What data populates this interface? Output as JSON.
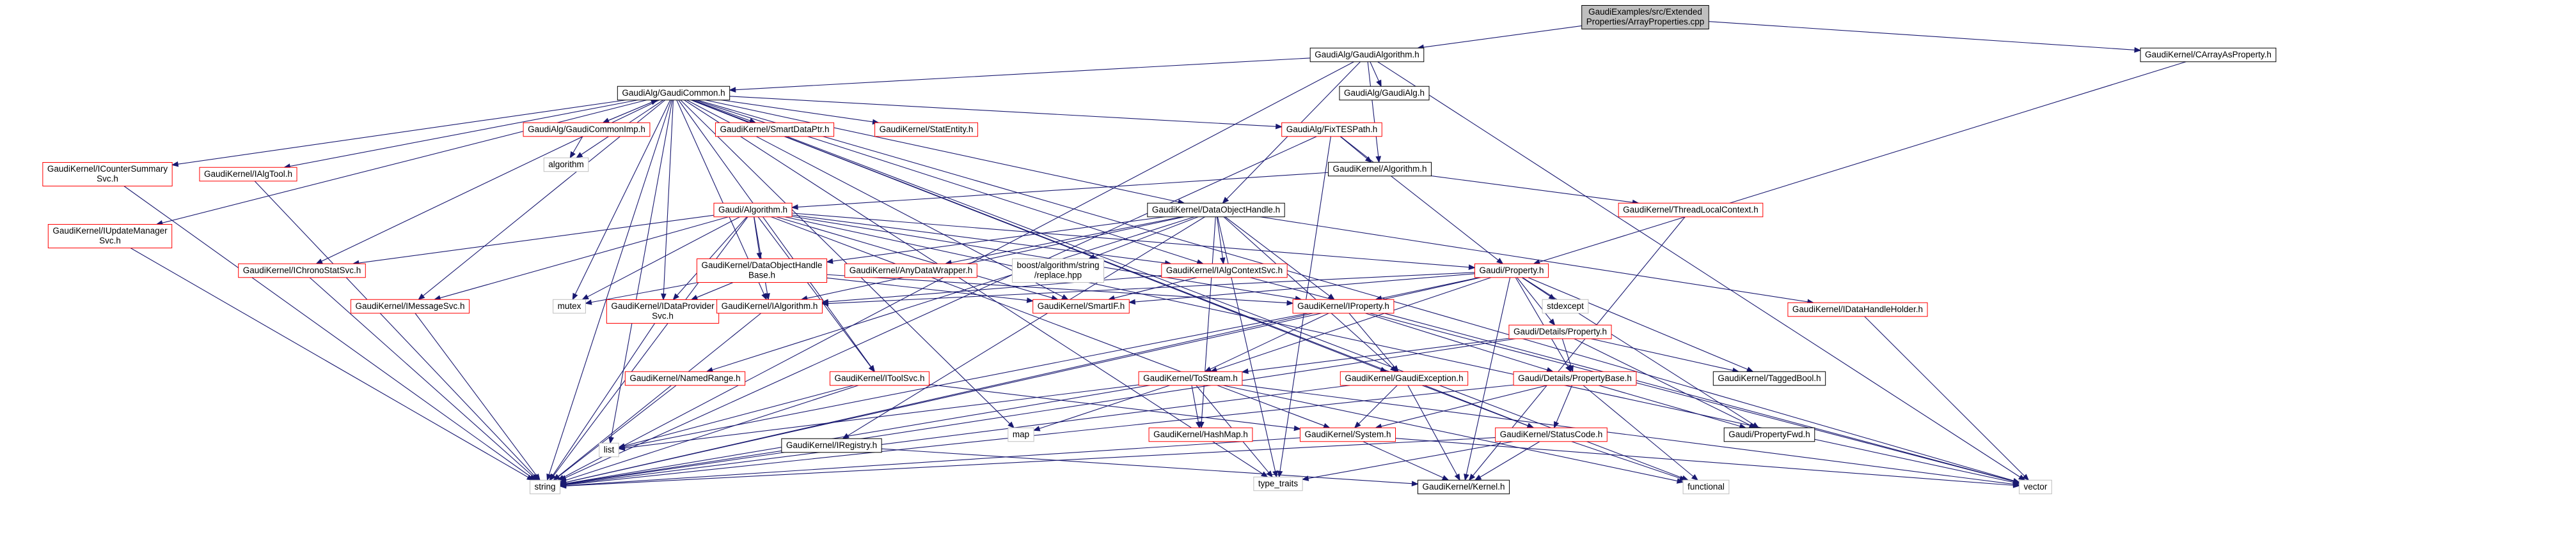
{
  "graph": {
    "title": "GaudiExamples/src/ExtendedProperties/ArrayProperties.cpp",
    "colors": {
      "edge": "#191970",
      "root_fill": "#bfbfbf",
      "root_border": "#000000",
      "node_border": "#000000",
      "truncated_border": "#ff0000",
      "plain_border": "#bfbfbf",
      "text": "#000000"
    },
    "nodes": [
      {
        "id": "root",
        "lines": [
          "GaudiExamples/src/Extended",
          "Properties/ArrayProperties.cpp"
        ],
        "kind": "root"
      },
      {
        "id": "gaudialgorithm",
        "lines": [
          "GaudiAlg/GaudiAlgorithm.h"
        ],
        "kind": "normal"
      },
      {
        "id": "icarrayasproperty",
        "lines": [
          "GaudiKernel/CArrayAsProperty.h"
        ],
        "kind": "normal"
      },
      {
        "id": "gaudicommon",
        "lines": [
          "GaudiAlg/GaudiCommon.h"
        ],
        "kind": "normal"
      },
      {
        "id": "gaudialg",
        "lines": [
          "GaudiAlg/GaudiAlg.h"
        ],
        "kind": "normal"
      },
      {
        "id": "icountersummary",
        "lines": [
          "GaudiKernel/ICounterSummary",
          "Svc.h"
        ],
        "kind": "truncated"
      },
      {
        "id": "iupdatemanager",
        "lines": [
          "GaudiKernel/IUpdateManager",
          "Svc.h"
        ],
        "kind": "truncated"
      },
      {
        "id": "ialgtool",
        "lines": [
          "GaudiKernel/IAlgTool.h"
        ],
        "kind": "truncated"
      },
      {
        "id": "algorithm_std",
        "lines": [
          "algorithm"
        ],
        "kind": "plain"
      },
      {
        "id": "gaudicommonimp",
        "lines": [
          "GaudiAlg/GaudiCommonImp.h"
        ],
        "kind": "truncated"
      },
      {
        "id": "smartdataptr",
        "lines": [
          "GaudiKernel/SmartDataPtr.h"
        ],
        "kind": "truncated"
      },
      {
        "id": "statentity",
        "lines": [
          "GaudiKernel/StatEntity.h"
        ],
        "kind": "truncated"
      },
      {
        "id": "fixtespath",
        "lines": [
          "GaudiAlg/FixTESPath.h"
        ],
        "kind": "truncated"
      },
      {
        "id": "gk_algorithm",
        "lines": [
          "GaudiKernel/Algorithm.h"
        ],
        "kind": "normal"
      },
      {
        "id": "gaudi_algorithm",
        "lines": [
          "Gaudi/Algorithm.h"
        ],
        "kind": "truncated"
      },
      {
        "id": "datahandle",
        "lines": [
          "GaudiKernel/DataObjectHandle.h"
        ],
        "kind": "normal"
      },
      {
        "id": "threadlocal",
        "lines": [
          "GaudiKernel/ThreadLocalContext.h"
        ],
        "kind": "truncated"
      },
      {
        "id": "ichronostatsvc",
        "lines": [
          "GaudiKernel/IChronoStatSvc.h"
        ],
        "kind": "truncated"
      },
      {
        "id": "datahandlebase",
        "lines": [
          "GaudiKernel/DataObjectHandle",
          "Base.h"
        ],
        "kind": "truncated"
      },
      {
        "id": "anydatawrapper",
        "lines": [
          "GaudiKernel/AnyDataWrapper.h"
        ],
        "kind": "truncated"
      },
      {
        "id": "boost_replace",
        "lines": [
          "boost/algorithm/string",
          "/replace.hpp"
        ],
        "kind": "plain"
      },
      {
        "id": "ialgcontextsvc",
        "lines": [
          "GaudiKernel/IAlgContextSvc.h"
        ],
        "kind": "truncated"
      },
      {
        "id": "gaudi_property",
        "lines": [
          "Gaudi/Property.h"
        ],
        "kind": "truncated"
      },
      {
        "id": "idataholder",
        "lines": [
          "GaudiKernel/IDataHandleHolder.h"
        ],
        "kind": "truncated"
      },
      {
        "id": "imessagesvc",
        "lines": [
          "GaudiKernel/IMessageSvc.h"
        ],
        "kind": "truncated"
      },
      {
        "id": "mutex",
        "lines": [
          "mutex"
        ],
        "kind": "plain"
      },
      {
        "id": "idataprovidersvc",
        "lines": [
          "GaudiKernel/IDataProvider",
          "Svc.h"
        ],
        "kind": "truncated"
      },
      {
        "id": "ialgorithm",
        "lines": [
          "GaudiKernel/IAlgorithm.h"
        ],
        "kind": "truncated"
      },
      {
        "id": "smartif",
        "lines": [
          "GaudiKernel/SmartIF.h"
        ],
        "kind": "truncated"
      },
      {
        "id": "iproperty",
        "lines": [
          "GaudiKernel/IProperty.h"
        ],
        "kind": "truncated"
      },
      {
        "id": "stdexcept",
        "lines": [
          "stdexcept"
        ],
        "kind": "plain"
      },
      {
        "id": "details_property",
        "lines": [
          "Gaudi/Details/Property.h"
        ],
        "kind": "truncated"
      },
      {
        "id": "namedrange",
        "lines": [
          "GaudiKernel/NamedRange.h"
        ],
        "kind": "truncated"
      },
      {
        "id": "itoolsvc",
        "lines": [
          "GaudiKernel/IToolSvc.h"
        ],
        "kind": "truncated"
      },
      {
        "id": "tostream",
        "lines": [
          "GaudiKernel/ToStream.h"
        ],
        "kind": "truncated"
      },
      {
        "id": "gaudiexception",
        "lines": [
          "GaudiKernel/GaudiException.h"
        ],
        "kind": "truncated"
      },
      {
        "id": "details_propertybase",
        "lines": [
          "Gaudi/Details/PropertyBase.h"
        ],
        "kind": "truncated"
      },
      {
        "id": "taggedbool",
        "lines": [
          "GaudiKernel/TaggedBool.h"
        ],
        "kind": "normal"
      },
      {
        "id": "iregistry",
        "lines": [
          "GaudiKernel/IRegistry.h"
        ],
        "kind": "normal"
      },
      {
        "id": "map",
        "lines": [
          "map"
        ],
        "kind": "plain"
      },
      {
        "id": "hashmap",
        "lines": [
          "GaudiKernel/HashMap.h"
        ],
        "kind": "truncated"
      },
      {
        "id": "system",
        "lines": [
          "GaudiKernel/System.h"
        ],
        "kind": "truncated"
      },
      {
        "id": "statuscode",
        "lines": [
          "GaudiKernel/StatusCode.h"
        ],
        "kind": "truncated"
      },
      {
        "id": "propertyfwd",
        "lines": [
          "Gaudi/PropertyFwd.h"
        ],
        "kind": "normal"
      },
      {
        "id": "list",
        "lines": [
          "list"
        ],
        "kind": "plain"
      },
      {
        "id": "string",
        "lines": [
          "string"
        ],
        "kind": "plain"
      },
      {
        "id": "type_traits",
        "lines": [
          "type_traits"
        ],
        "kind": "plain"
      },
      {
        "id": "kernel",
        "lines": [
          "GaudiKernel/Kernel.h"
        ],
        "kind": "normal"
      },
      {
        "id": "functional",
        "lines": [
          "functional"
        ],
        "kind": "plain"
      },
      {
        "id": "vector",
        "lines": [
          "vector"
        ],
        "kind": "plain"
      }
    ],
    "edges": [
      [
        "root",
        "gaudialgorithm"
      ],
      [
        "root",
        "icarrayasproperty"
      ],
      [
        "icarrayasproperty",
        "gaudi_property"
      ],
      [
        "gaudialgorithm",
        "gaudicommon"
      ],
      [
        "gaudialgorithm",
        "gaudialg"
      ],
      [
        "gaudialgorithm",
        "gk_algorithm"
      ],
      [
        "gaudialgorithm",
        "datahandle"
      ],
      [
        "gaudialgorithm",
        "string"
      ],
      [
        "gaudialgorithm",
        "vector"
      ],
      [
        "gaudicommon",
        "icountersummary"
      ],
      [
        "gaudicommon",
        "iupdatemanager"
      ],
      [
        "gaudicommon",
        "ialgtool"
      ],
      [
        "gaudicommon",
        "algorithm_std"
      ],
      [
        "gaudicommon",
        "gaudicommonimp"
      ],
      [
        "gaudicommon",
        "smartdataptr"
      ],
      [
        "gaudicommon",
        "statentity"
      ],
      [
        "gaudicommon",
        "fixtespath"
      ],
      [
        "gaudicommon",
        "ichronostatsvc"
      ],
      [
        "gaudicommon",
        "datahandle"
      ],
      [
        "gaudicommon",
        "ialgcontextsvc"
      ],
      [
        "gaudicommon",
        "imessagesvc"
      ],
      [
        "gaudicommon",
        "mutex"
      ],
      [
        "gaudicommon",
        "idataprovidersvc"
      ],
      [
        "gaudicommon",
        "ialgorithm"
      ],
      [
        "gaudicommon",
        "itoolsvc"
      ],
      [
        "gaudicommon",
        "gaudiexception"
      ],
      [
        "gaudicommon",
        "statuscode"
      ],
      [
        "gaudicommon",
        "list"
      ],
      [
        "gaudicommon",
        "map"
      ],
      [
        "gaudicommon",
        "string"
      ],
      [
        "gaudicommon",
        "vector"
      ],
      [
        "gaudicommon",
        "functional"
      ],
      [
        "gaudicommon",
        "type_traits"
      ],
      [
        "gaudicommon",
        "smartif"
      ],
      [
        "gaudicommonimp",
        "gaudicommon"
      ],
      [
        "gaudicommonimp",
        "algorithm_std"
      ],
      [
        "icountersummary",
        "string"
      ],
      [
        "iupdatemanager",
        "string"
      ],
      [
        "ialgtool",
        "string"
      ],
      [
        "fixtespath",
        "gk_algorithm"
      ],
      [
        "fixtespath",
        "gaudi_property"
      ],
      [
        "fixtespath",
        "string"
      ],
      [
        "fixtespath",
        "type_traits"
      ],
      [
        "gk_algorithm",
        "gaudi_algorithm"
      ],
      [
        "gk_algorithm",
        "threadlocal"
      ],
      [
        "threadlocal",
        "kernel"
      ],
      [
        "gaudi_algorithm",
        "ichronostatsvc"
      ],
      [
        "gaudi_algorithm",
        "imessagesvc"
      ],
      [
        "gaudi_algorithm",
        "idataprovidersvc"
      ],
      [
        "gaudi_algorithm",
        "ialgorithm"
      ],
      [
        "gaudi_algorithm",
        "ialgcontextsvc"
      ],
      [
        "gaudi_algorithm",
        "gaudi_property"
      ],
      [
        "gaudi_algorithm",
        "iproperty"
      ],
      [
        "gaudi_algorithm",
        "smartif"
      ],
      [
        "gaudi_algorithm",
        "itoolsvc"
      ],
      [
        "gaudi_algorithm",
        "system"
      ],
      [
        "gaudi_algorithm",
        "string"
      ],
      [
        "gaudi_algorithm",
        "vector"
      ],
      [
        "gaudi_algorithm",
        "datahandlebase"
      ],
      [
        "gaudi_algorithm",
        "mutex"
      ],
      [
        "datahandle",
        "datahandlebase"
      ],
      [
        "datahandle",
        "anydatawrapper"
      ],
      [
        "datahandle",
        "boost_replace"
      ],
      [
        "datahandle",
        "ialgcontextsvc"
      ],
      [
        "datahandle",
        "idataholder"
      ],
      [
        "datahandle",
        "namedrange"
      ],
      [
        "datahandle",
        "gaudiexception"
      ],
      [
        "datahandle",
        "iregistry"
      ],
      [
        "datahandle",
        "hashmap"
      ],
      [
        "datahandle",
        "type_traits"
      ],
      [
        "datahandle",
        "iproperty"
      ],
      [
        "datahandle",
        "ialgorithm"
      ],
      [
        "datahandlebase",
        "iproperty"
      ],
      [
        "datahandlebase",
        "smartif"
      ],
      [
        "datahandlebase",
        "mutex"
      ],
      [
        "datahandlebase",
        "idataprovidersvc"
      ],
      [
        "ialgcontextsvc",
        "smartif"
      ],
      [
        "ialgcontextsvc",
        "ialgorithm"
      ],
      [
        "ialgcontextsvc",
        "vector"
      ],
      [
        "idataholder",
        "vector"
      ],
      [
        "gaudi_property",
        "details_property"
      ],
      [
        "gaudi_property",
        "details_propertybase"
      ],
      [
        "gaudi_property",
        "propertyfwd"
      ],
      [
        "gaudi_property",
        "taggedbool"
      ],
      [
        "gaudi_property",
        "iproperty"
      ],
      [
        "gaudi_property",
        "smartif"
      ],
      [
        "gaudi_property",
        "tostream"
      ],
      [
        "gaudi_property",
        "stdexcept"
      ],
      [
        "gaudi_property",
        "string"
      ],
      [
        "gaudi_property",
        "kernel"
      ],
      [
        "gaudi_property",
        "ialgorithm"
      ],
      [
        "details_property",
        "details_propertybase"
      ],
      [
        "details_property",
        "propertyfwd"
      ],
      [
        "details_property",
        "taggedbool"
      ],
      [
        "details_property",
        "tostream"
      ],
      [
        "details_property",
        "string"
      ],
      [
        "details_propertybase",
        "propertyfwd"
      ],
      [
        "details_propertybase",
        "statuscode"
      ],
      [
        "details_propertybase",
        "system"
      ],
      [
        "details_propertybase",
        "functional"
      ],
      [
        "details_propertybase",
        "string"
      ],
      [
        "iproperty",
        "gaudiexception"
      ],
      [
        "iproperty",
        "details_propertybase"
      ],
      [
        "iproperty",
        "tostream"
      ],
      [
        "iproperty",
        "string"
      ],
      [
        "iproperty",
        "vector"
      ],
      [
        "iproperty",
        "list"
      ],
      [
        "imessagesvc",
        "string"
      ],
      [
        "idataprovidersvc",
        "string"
      ],
      [
        "ialgorithm",
        "string"
      ],
      [
        "ichronostatsvc",
        "string"
      ],
      [
        "namedrange",
        "string"
      ],
      [
        "itoolsvc",
        "list"
      ],
      [
        "itoolsvc",
        "string"
      ],
      [
        "itoolsvc",
        "system"
      ],
      [
        "tostream",
        "map"
      ],
      [
        "tostream",
        "list"
      ],
      [
        "tostream",
        "string"
      ],
      [
        "tostream",
        "hashmap"
      ],
      [
        "tostream",
        "vector"
      ],
      [
        "tostream",
        "type_traits"
      ],
      [
        "tostream",
        "functional"
      ],
      [
        "gaudiexception",
        "system"
      ],
      [
        "gaudiexception",
        "statuscode"
      ],
      [
        "gaudiexception",
        "kernel"
      ],
      [
        "gaudiexception",
        "string"
      ],
      [
        "iregistry",
        "string"
      ],
      [
        "iregistry",
        "kernel"
      ],
      [
        "system",
        "kernel"
      ],
      [
        "system",
        "string"
      ],
      [
        "system",
        "vector"
      ],
      [
        "statuscode",
        "kernel"
      ],
      [
        "statuscode",
        "functional"
      ],
      [
        "statuscode",
        "type_traits"
      ],
      [
        "statuscode",
        "string"
      ]
    ]
  }
}
